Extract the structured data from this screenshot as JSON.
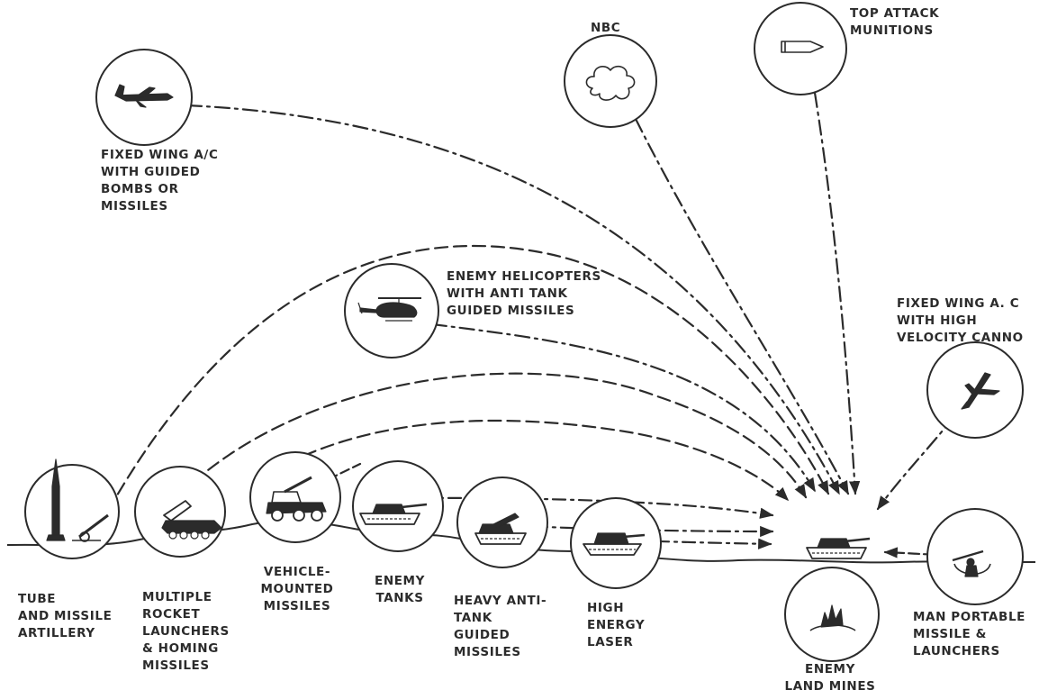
{
  "colors": {
    "ink": "#2b2b2b",
    "background": "#ffffff"
  },
  "threats": {
    "fixed_wing_guided": {
      "icon": "fixed-wing-aircraft-icon",
      "lines": [
        "FIXED WING A/C",
        "WITH GUIDED",
        "BOMBS OR",
        "MISSILES"
      ]
    },
    "nbc": {
      "icon": "nbc-cloud-icon",
      "lines": [
        "NBC"
      ]
    },
    "top_attack": {
      "icon": "top-attack-munition-icon",
      "lines": [
        "TOP ATTACK",
        "MUNITIONS"
      ]
    },
    "helicopters": {
      "icon": "helicopter-icon",
      "lines": [
        "ENEMY HELICOPTERS",
        "WITH ANTI TANK",
        "GUIDED MISSILES"
      ]
    },
    "fixed_wing_cannon": {
      "icon": "jet-aircraft-icon",
      "lines": [
        "FIXED WING A. C",
        "WITH HIGH",
        "VELOCITY CANNO"
      ]
    },
    "artillery": {
      "icon": "artillery-icon",
      "lines": [
        "TUBE",
        "AND MISSILE",
        "ARTILLERY"
      ]
    },
    "rockets": {
      "icon": "rocket-launcher-icon",
      "lines": [
        "MULTIPLE",
        "ROCKET",
        "LAUNCHERS",
        "& HOMING",
        "MISSILES"
      ]
    },
    "vehicle_missiles": {
      "icon": "vehicle-missile-icon",
      "lines": [
        "VEHICLE-",
        "MOUNTED",
        "MISSILES"
      ]
    },
    "tanks": {
      "icon": "enemy-tank-icon",
      "lines": [
        "ENEMY",
        "TANKS"
      ]
    },
    "heavy_atgm": {
      "icon": "atgm-vehicle-icon",
      "lines": [
        "HEAVY ANTI-",
        "TANK",
        "GUIDED",
        "MISSILES"
      ]
    },
    "laser": {
      "icon": "laser-vehicle-icon",
      "lines": [
        "HIGH",
        "ENERGY",
        "LASER"
      ]
    },
    "mines": {
      "icon": "land-mine-icon",
      "lines": [
        "ENEMY",
        "LAND MINES"
      ]
    },
    "man_portable": {
      "icon": "soldier-icon",
      "lines": [
        "MAN PORTABLE",
        "MISSILE &",
        "LAUNCHERS"
      ]
    }
  },
  "target": {
    "icon": "target-tank-icon"
  }
}
